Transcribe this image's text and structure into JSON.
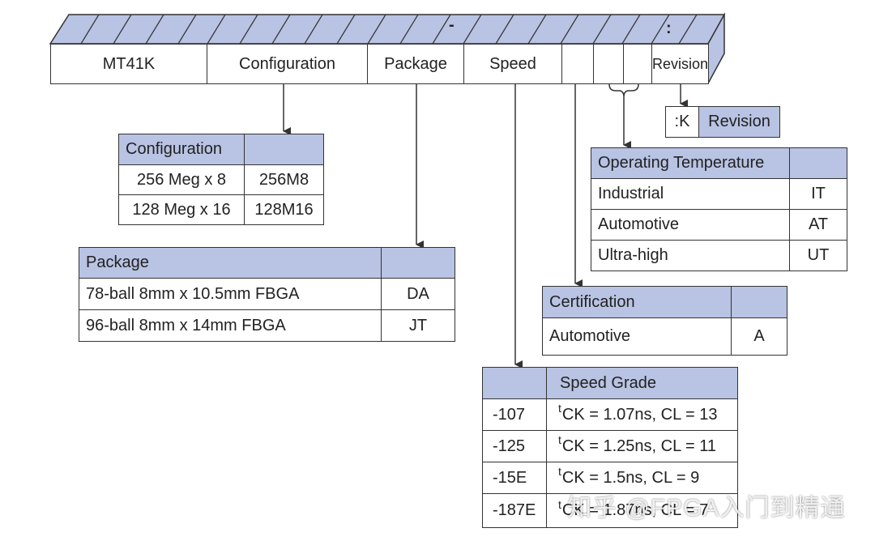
{
  "part_number": {
    "fields": [
      "MT41K",
      "Configuration",
      "Package",
      "Speed",
      "",
      "",
      "",
      "Revision"
    ],
    "dash": "-",
    "colon": ":"
  },
  "revision_table": {
    "code": ":K",
    "label": "Revision"
  },
  "configuration_table": {
    "header": "Configuration",
    "rows": [
      {
        "desc": "256 Meg x 8",
        "code": "256M8"
      },
      {
        "desc": "128 Meg x 16",
        "code": "128M16"
      }
    ]
  },
  "package_table": {
    "header": "Package",
    "rows": [
      {
        "desc": "78-ball 8mm x 10.5mm FBGA",
        "code": "DA"
      },
      {
        "desc": "96-ball 8mm x 14mm FBGA",
        "code": "JT"
      }
    ]
  },
  "operating_temperature_table": {
    "header": "Operating Temperature",
    "rows": [
      {
        "desc": "Industrial",
        "code": "IT"
      },
      {
        "desc": "Automotive",
        "code": "AT"
      },
      {
        "desc": "Ultra-high",
        "code": "UT"
      }
    ]
  },
  "certification_table": {
    "header": "Certification",
    "rows": [
      {
        "desc": "Automotive",
        "code": "A"
      }
    ]
  },
  "speed_grade_table": {
    "header": "Speed Grade",
    "rows": [
      {
        "code": "-107",
        "t": "t",
        "spec": "CK = 1.07ns, CL = 13"
      },
      {
        "code": "-125",
        "t": "t",
        "spec": "CK = 1.25ns, CL = 11"
      },
      {
        "code": "-15E",
        "t": "t",
        "spec": "CK = 1.5ns, CL = 9"
      },
      {
        "code": "-187E",
        "t": "t",
        "spec": "CK = 1.87ns, CL = 7"
      }
    ]
  },
  "watermark": "知乎 @FPGA入门到精通",
  "colors": {
    "header_fill": "#b9c3e3",
    "line": "#333333"
  }
}
